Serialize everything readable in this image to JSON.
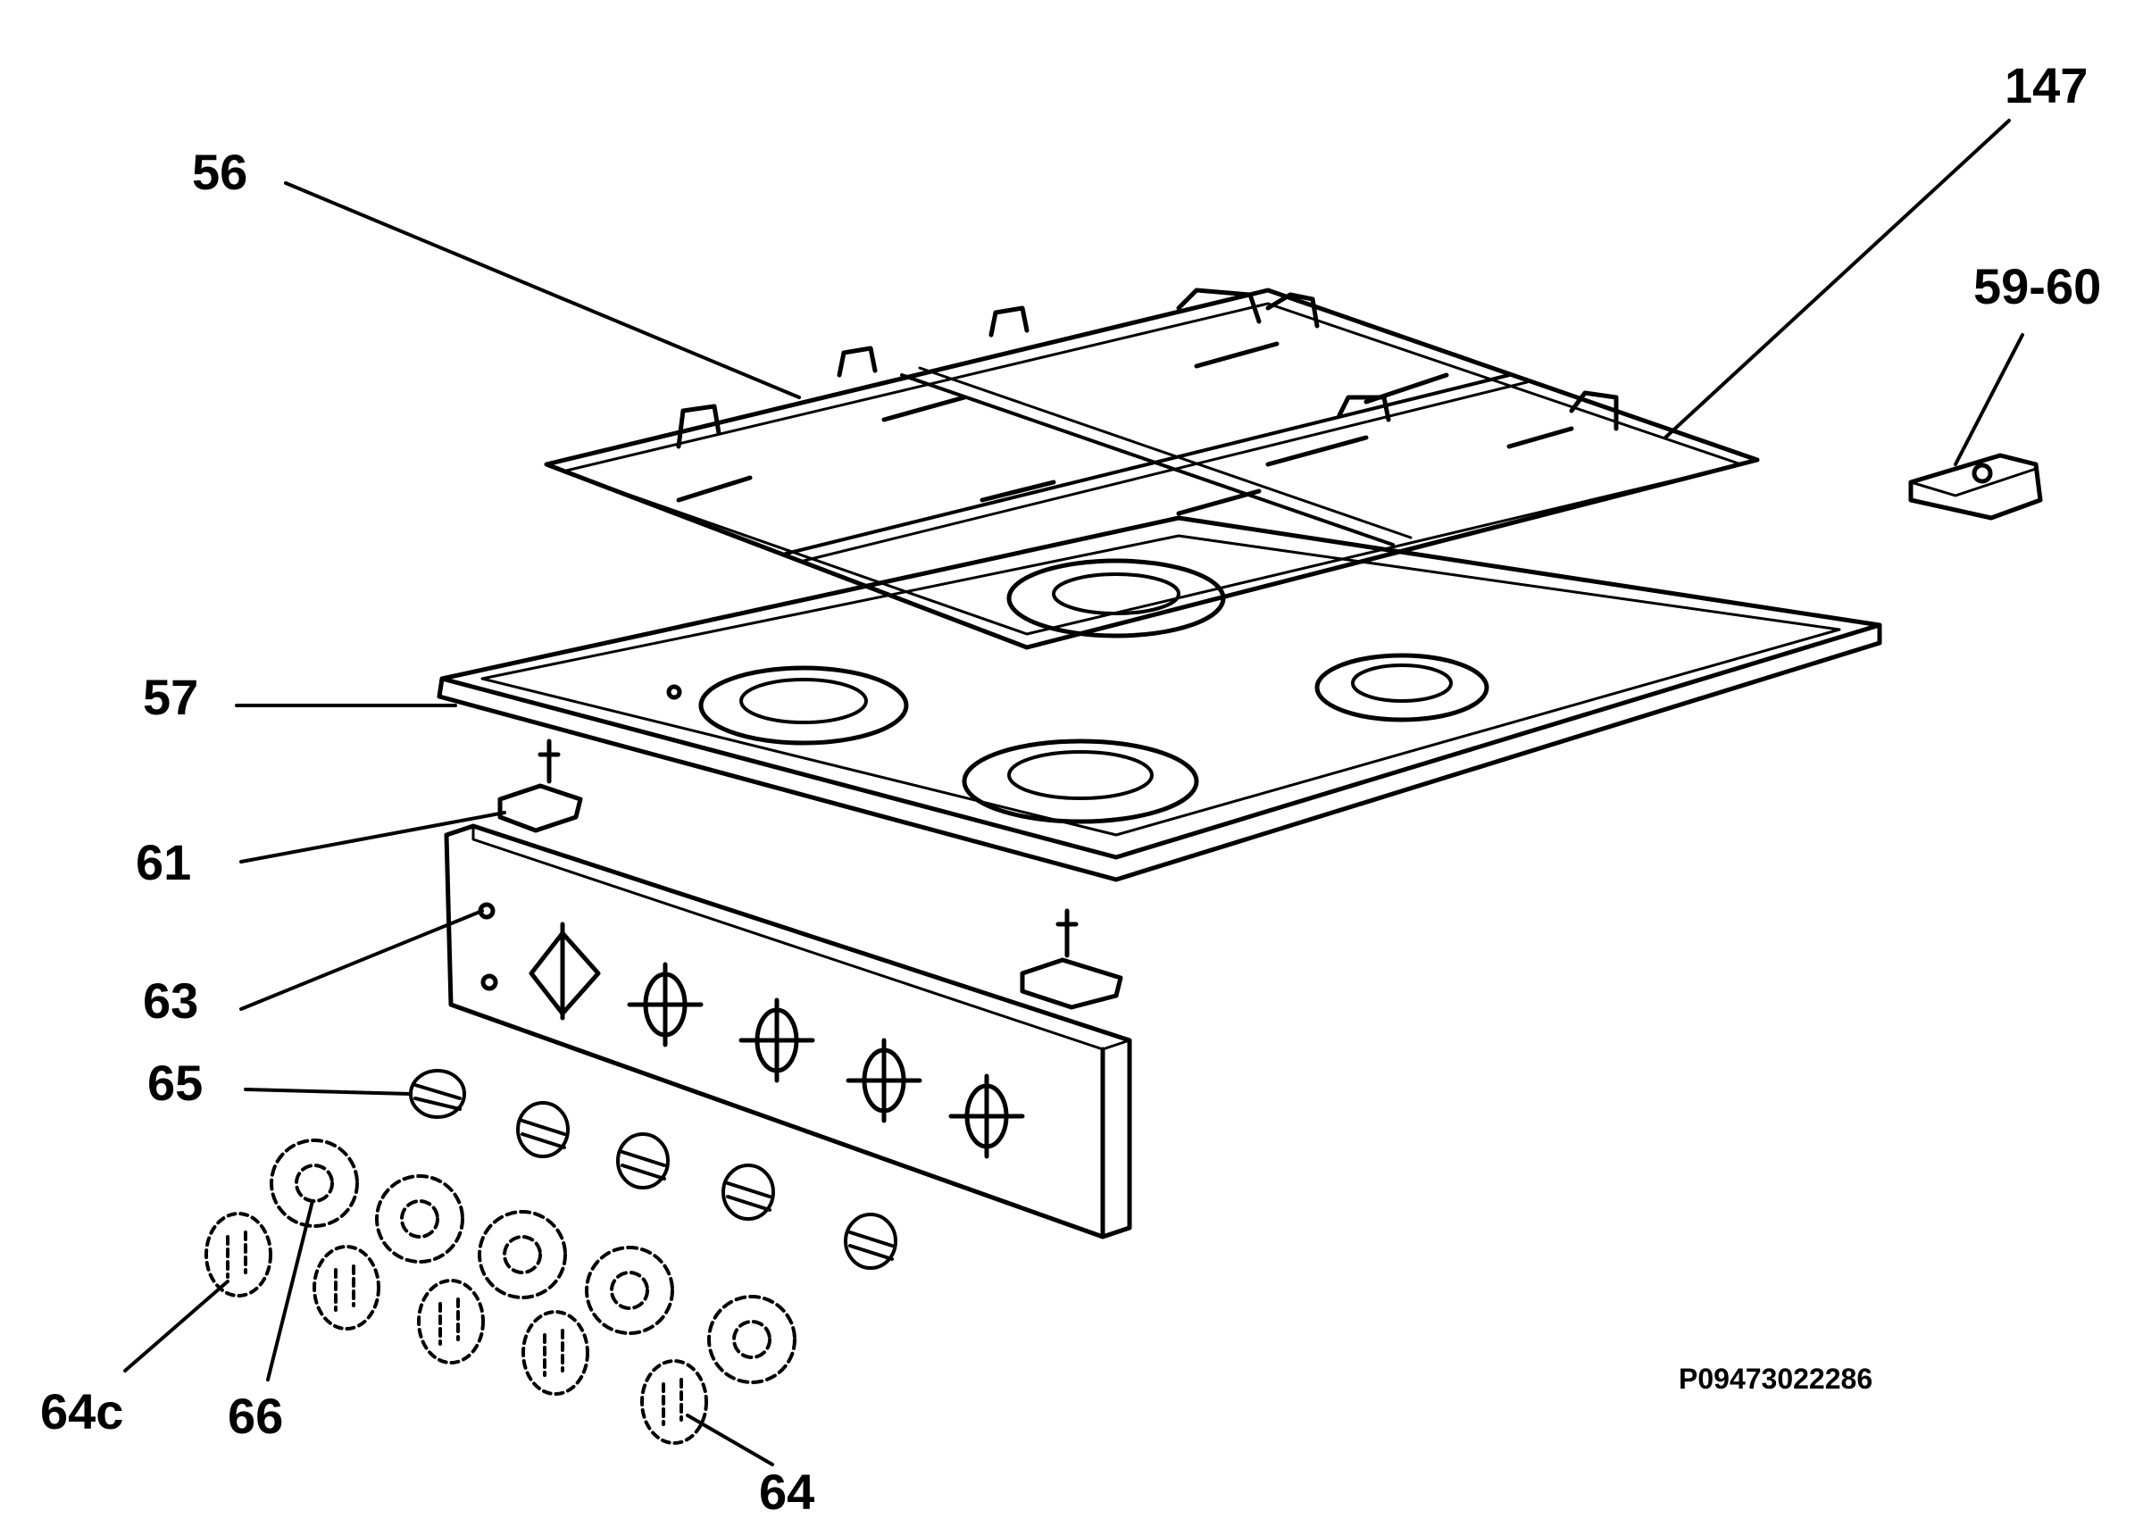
{
  "diagram": {
    "colors": {
      "ink": "#000000",
      "paper": "#ffffff"
    },
    "callouts": [
      "56",
      "147",
      "59-60",
      "57",
      "61",
      "63",
      "65",
      "64c",
      "66",
      "64"
    ],
    "reference": "P09473022286"
  }
}
